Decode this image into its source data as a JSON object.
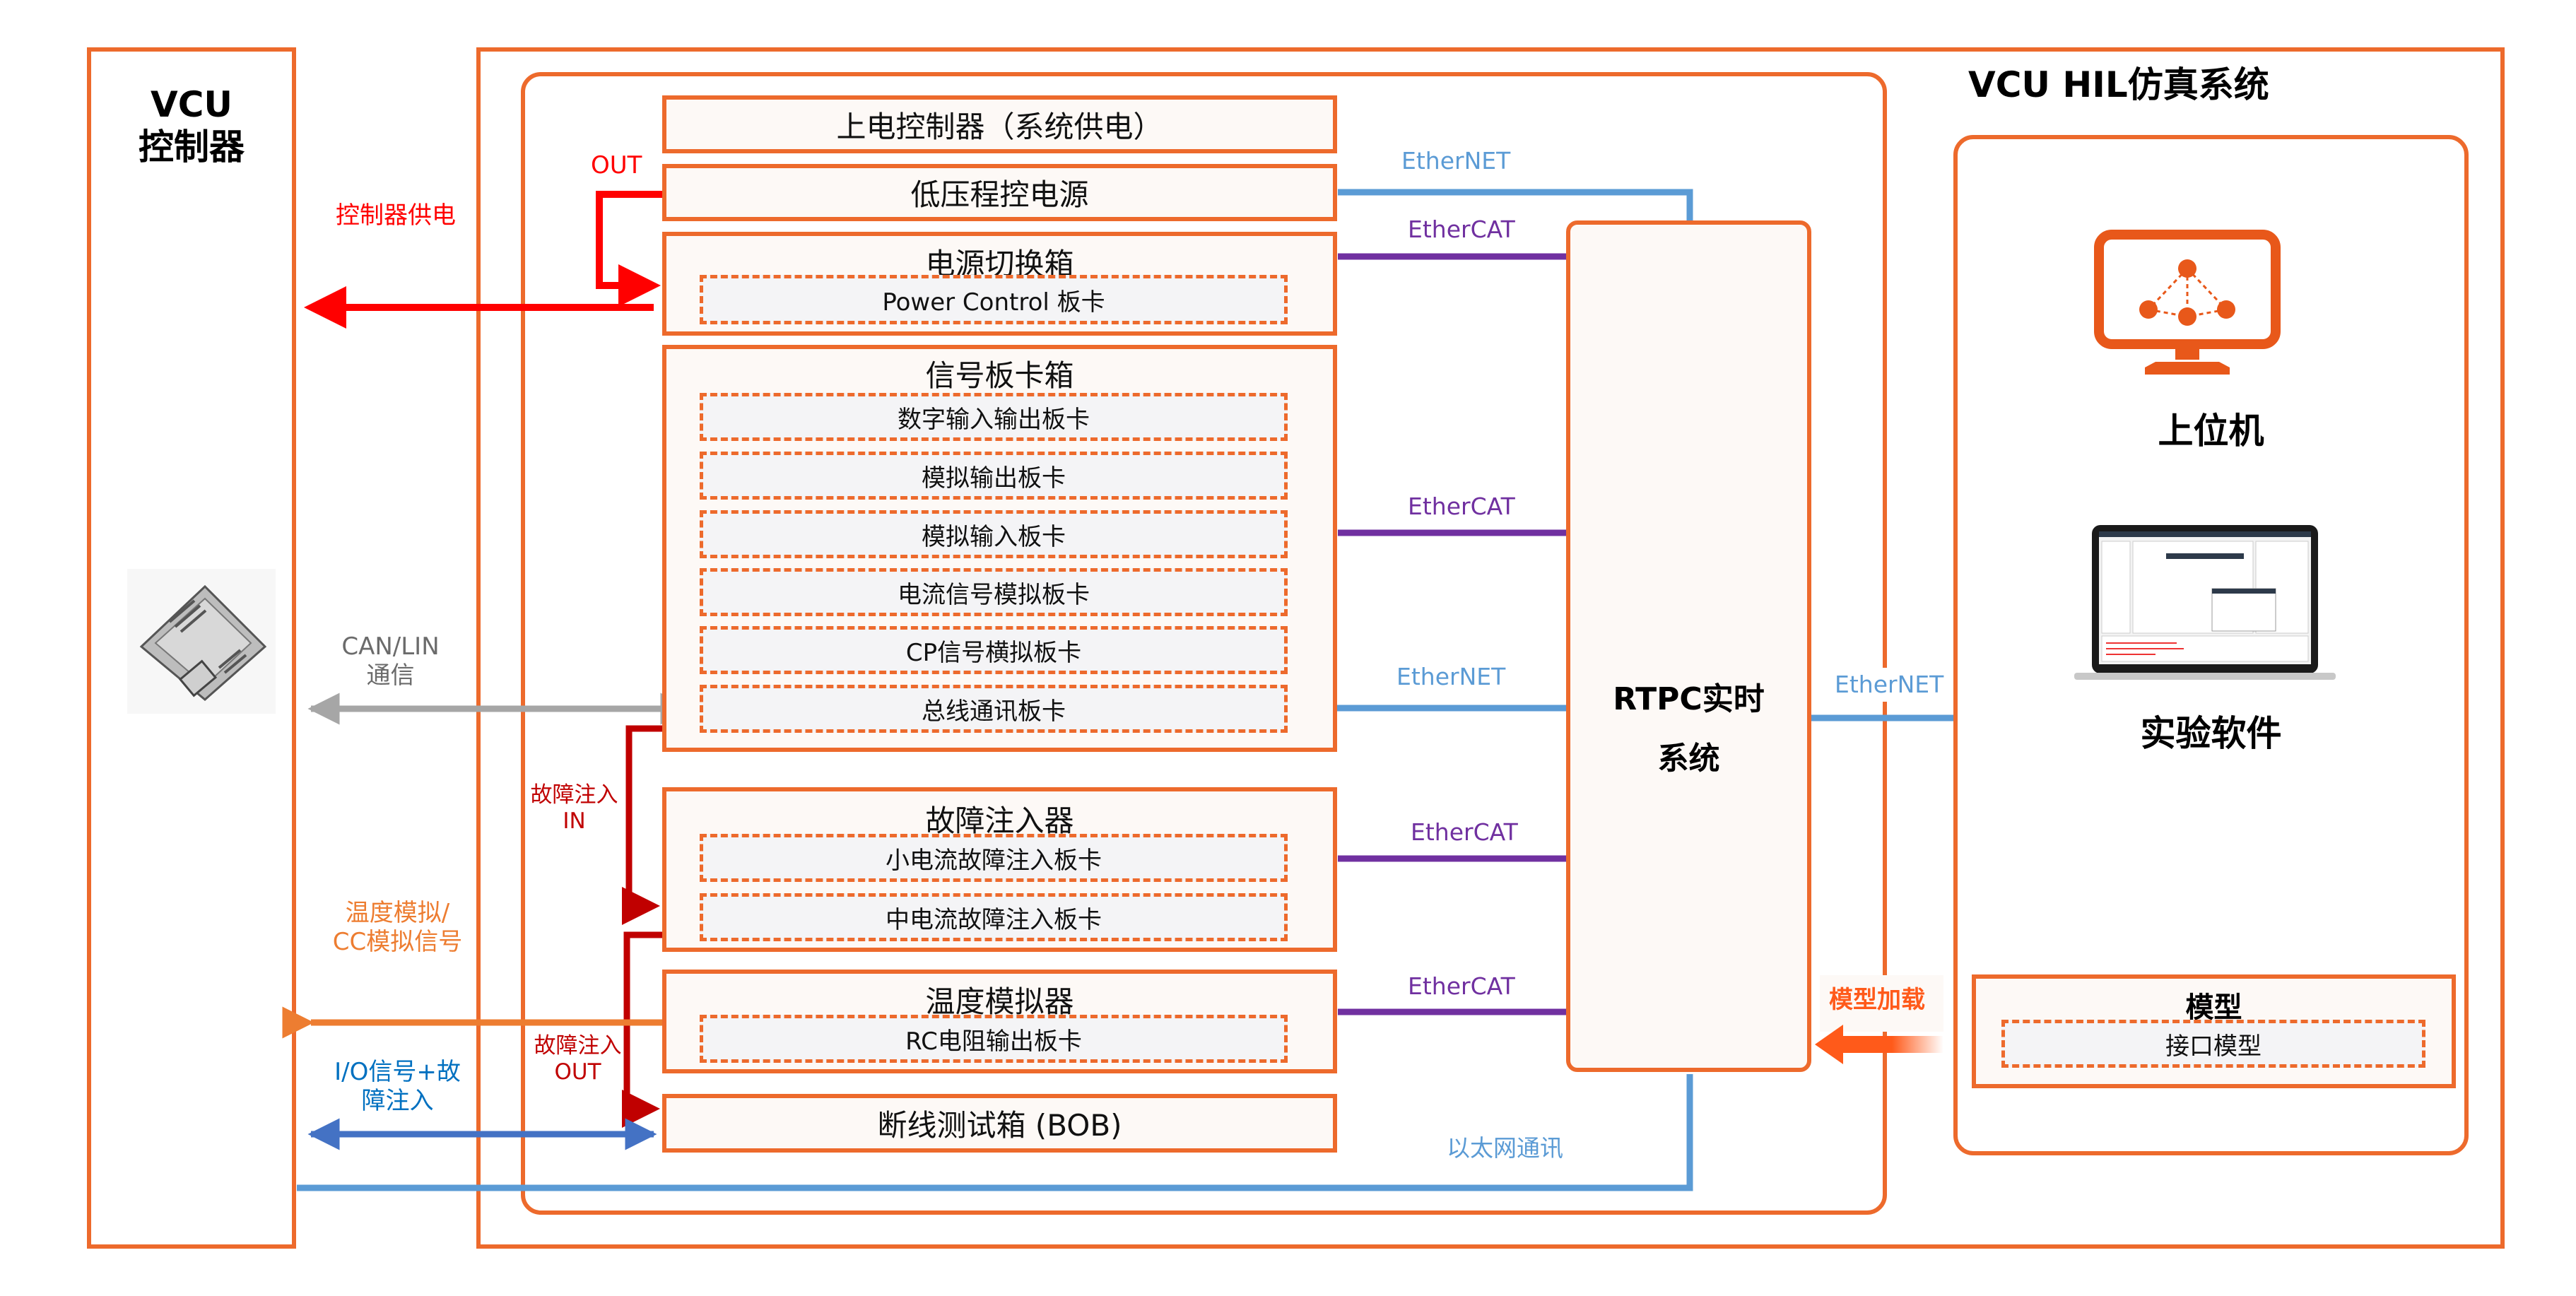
{
  "title": "VCU HIL仿真系统",
  "colors": {
    "frame": "#ed6a2c",
    "ethernet": "#5b9bd5",
    "ethercat": "#7030a0",
    "power": "#ff0000",
    "fault": "#c00000",
    "temperature": "#ed7d31",
    "io": "#4472c4",
    "canlin": "#a6a6a6"
  },
  "vcu": {
    "title_line1": "VCU",
    "title_line2": "控制器",
    "image_icon": "vcu-controller-device-photo"
  },
  "left_labels": {
    "controller_power": "控制器供电",
    "canlin_line1": "CAN/LIN",
    "canlin_line2": "通信",
    "temp_line1": "温度模拟/",
    "temp_line2": "CC模拟信号",
    "io_line1": "I/O信号+故",
    "io_line2": "障注入",
    "out": "OUT",
    "fault_in_line1": "故障注入",
    "fault_in_line2": "IN",
    "fault_out_line1": "故障注入",
    "fault_out_line2": "OUT"
  },
  "units": {
    "power_on_controller": "上电控制器（系统供电）",
    "lv_power": "低压程控电源",
    "power_switch_box": {
      "title": "电源切换箱",
      "cards": [
        "Power Control 板卡"
      ]
    },
    "signal_card_box": {
      "title": "信号板卡箱",
      "cards": [
        "数字输入输出板卡",
        "模拟输出板卡",
        "模拟输入板卡",
        "电流信号模拟板卡",
        "CP信号横拟板卡",
        "总线通讯板卡"
      ]
    },
    "fault_injector": {
      "title": "故障注入器",
      "cards": [
        "小电流故障注入板卡",
        "中电流故障注入板卡"
      ]
    },
    "temp_simulator": {
      "title": "温度模拟器",
      "cards": [
        "RC电阻输出板卡"
      ]
    },
    "bob": "断线测试箱 (BOB)"
  },
  "links": {
    "ethernet_top": "EtherNET",
    "ethercat_power": "EtherCAT",
    "ethercat_signal": "EtherCAT",
    "ethernet_bus": "EtherNET",
    "ethercat_fault": "EtherCAT",
    "ethercat_temp": "EtherCAT",
    "ethernet_pc": "EtherNET",
    "ethernet_comm": "以太网通讯",
    "model_load": "模型加载"
  },
  "rtpc": {
    "line1": "RTPC实时",
    "line2": "系统"
  },
  "host": {
    "pc_label": "上位机",
    "pc_icon": "monitor-network-icon",
    "software_label": "实验软件",
    "software_icon": "laptop-software-screenshot",
    "model_title": "模型",
    "model_card": "接口模型"
  }
}
